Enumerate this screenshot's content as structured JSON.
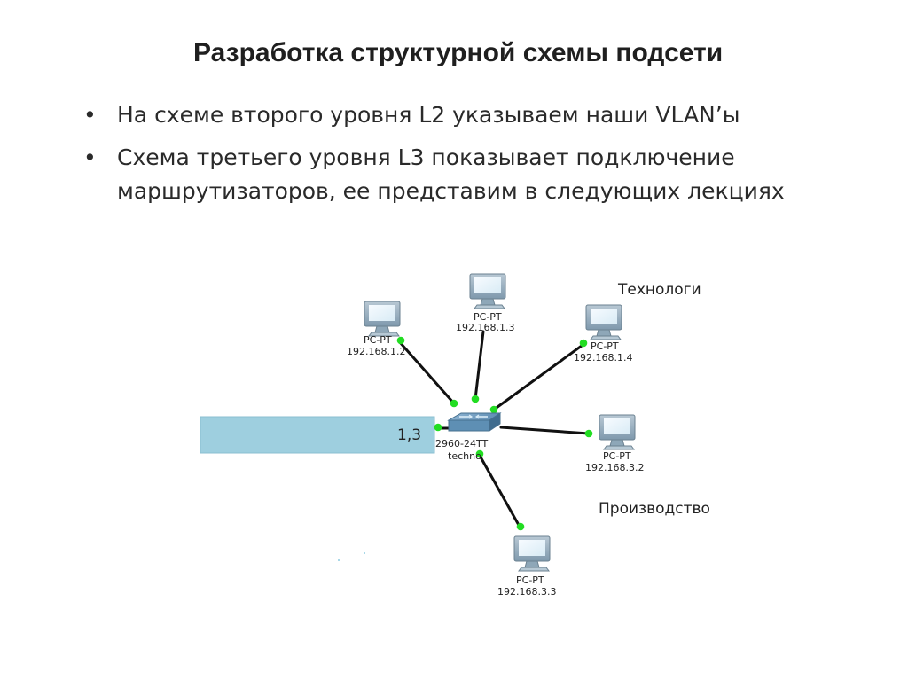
{
  "slide": {
    "title": "Разработка структурной схемы подсети",
    "bullets": [
      {
        "marker": "•",
        "text": "На схеме второго уровня  L2 указываем наши VLAN’ы"
      },
      {
        "marker": "•",
        "text": "Схема третьего уровня L3 показывает подключение маршрутизаторов, ее представим в следующих лекциях"
      }
    ]
  },
  "diagram": {
    "group_labels": {
      "top_right": "Технологи",
      "bottom_right": "Производство"
    },
    "highlight_box_label": "1,3",
    "switch": {
      "model": "2960-24TT",
      "name": "techno",
      "icon": "switch-icon"
    },
    "pcs": [
      {
        "name": "PC-PT",
        "ip": "192.168.1.2",
        "icon": "desktop-pc-icon"
      },
      {
        "name": "PC-PT",
        "ip": "192.168.1.3",
        "icon": "desktop-pc-icon"
      },
      {
        "name": "PC-PT",
        "ip": "192.168.1.4",
        "icon": "desktop-pc-icon"
      },
      {
        "name": "PC-PT",
        "ip": "192.168.3.2",
        "icon": "desktop-pc-icon"
      },
      {
        "name": "PC-PT",
        "ip": "192.168.3.3",
        "icon": "desktop-pc-icon"
      }
    ],
    "colors": {
      "link": "#111111",
      "port": "#22dd22",
      "highlight_box": "#9ecfdf",
      "switch_body": "#5e8fb4",
      "monitor_frame": "#8ea7b8",
      "monitor_screen": "#e7f3fb"
    }
  }
}
